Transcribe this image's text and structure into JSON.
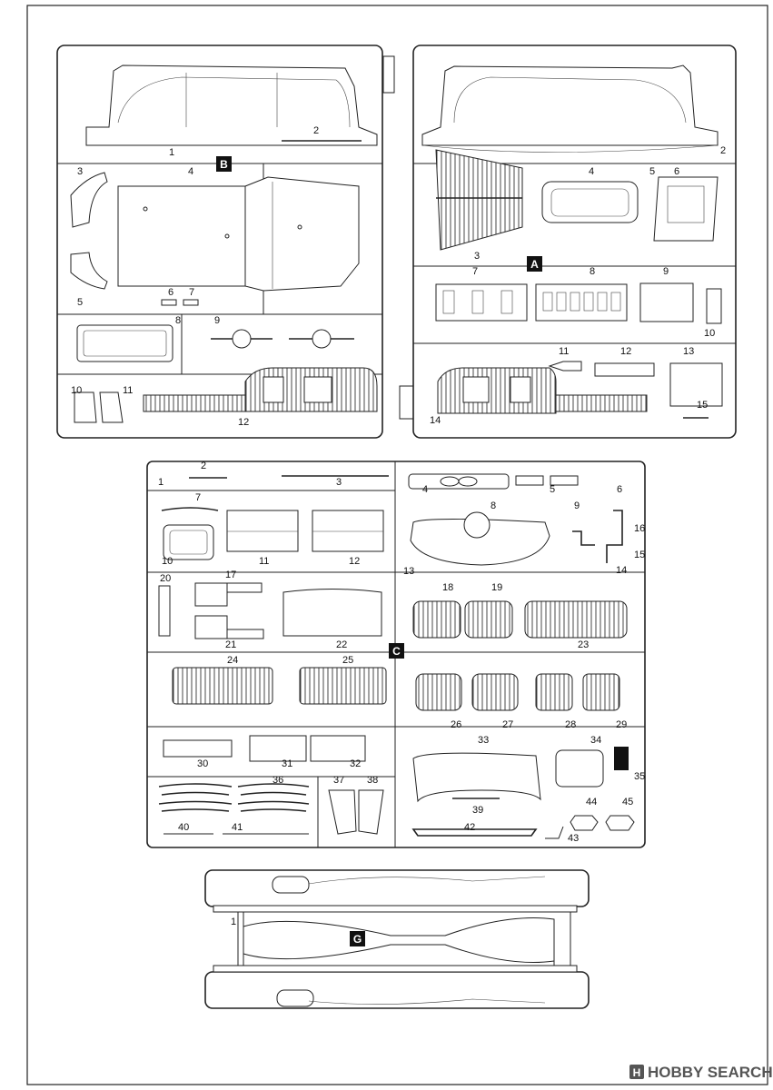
{
  "sprues": {
    "B": {
      "letter": "B",
      "labels": [
        "1",
        "2",
        "3",
        "4",
        "5",
        "6",
        "7",
        "8",
        "9",
        "10",
        "11",
        "12"
      ]
    },
    "A": {
      "letter": "A",
      "labels": [
        "2",
        "3",
        "4",
        "5",
        "6",
        "7",
        "8",
        "9",
        "10",
        "11",
        "12",
        "13",
        "14",
        "15"
      ]
    },
    "C": {
      "letter": "C",
      "labels": [
        "1",
        "2",
        "3",
        "4",
        "5",
        "6",
        "7",
        "8",
        "9",
        "10",
        "11",
        "12",
        "13",
        "14",
        "15",
        "16",
        "17",
        "18",
        "19",
        "20",
        "21",
        "22",
        "23",
        "24",
        "25",
        "26",
        "27",
        "28",
        "29",
        "30",
        "31",
        "32",
        "33",
        "34",
        "35",
        "36",
        "37",
        "38",
        "39",
        "40",
        "41",
        "42",
        "43",
        "44",
        "45"
      ]
    },
    "G": {
      "letter": "G",
      "labels": [
        "1"
      ]
    }
  },
  "watermark": {
    "text": "HOBBY SEARCH",
    "icon": "hobby-search-logo"
  }
}
